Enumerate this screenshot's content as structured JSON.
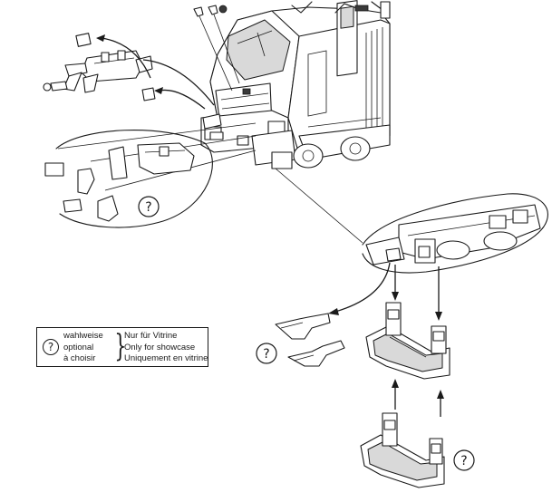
{
  "legend": {
    "symbol": "?",
    "terms": [
      "wahlweise",
      "optional",
      "à choisir"
    ],
    "meanings": [
      "Nur für Vitrine",
      "Only for showcase",
      "Uniquement en vitrine"
    ]
  },
  "markers": {
    "optional_symbol": "?"
  }
}
